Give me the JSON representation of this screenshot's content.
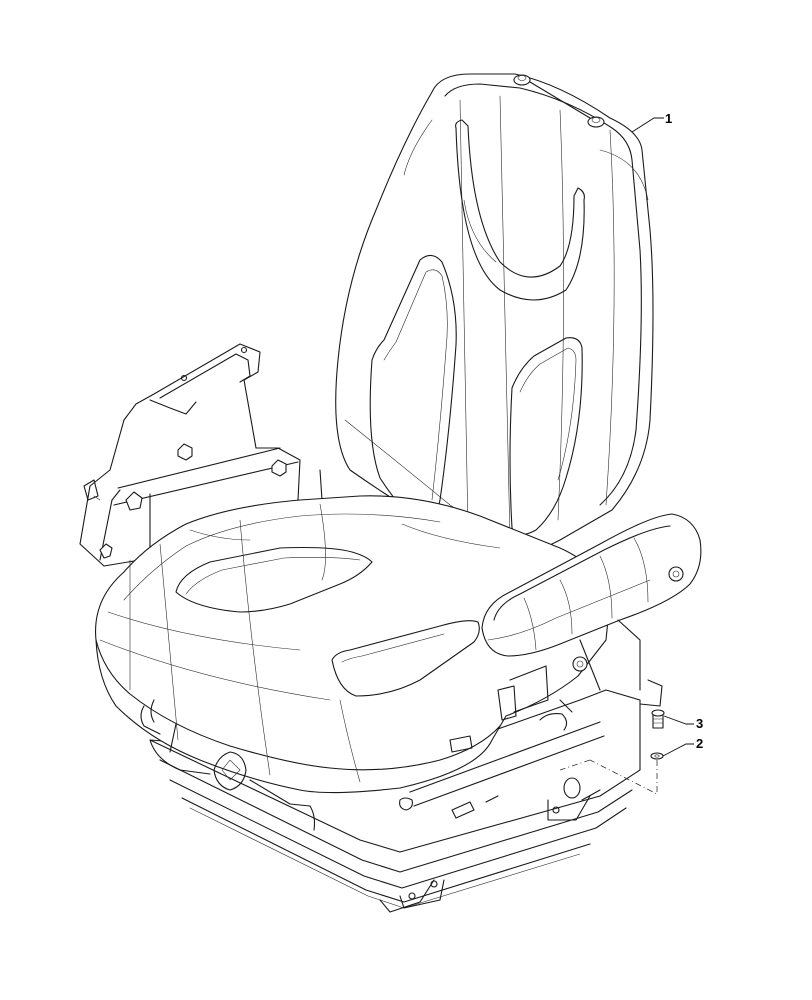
{
  "callouts": [
    {
      "number": "1",
      "part": "seat assembly"
    },
    {
      "number": "3",
      "part": "bolt"
    },
    {
      "number": "2",
      "part": "washer"
    }
  ]
}
